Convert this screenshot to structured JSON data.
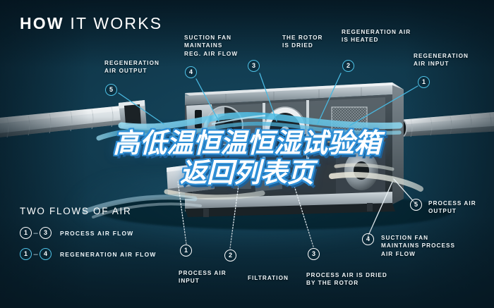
{
  "page": {
    "title": "HOW IT WORKS",
    "title_bold_part": "HOW",
    "title_light_part": "IT WORKS",
    "background_color": "#0c2a38",
    "accent_color": "#4fc3e8",
    "text_color": "#eef5f8"
  },
  "overlay": {
    "line1": "高低温恒温恒湿试验箱",
    "line2": "返回列表页",
    "fill_color": "#ffffff",
    "outline_color": "#2f8fd6"
  },
  "callouts": [
    {
      "id": "regeneration-air-output",
      "number": "5",
      "label": "REGENERATION\nAIR OUTPUT",
      "flow": "regeneration",
      "marker_color": "#4fc3e8"
    },
    {
      "id": "suction-fan-reg-air-flow",
      "number": "4",
      "label": "SUCTION FAN\nMAINTAINS\nREG. AIR FLOW",
      "flow": "regeneration",
      "marker_color": "#4fc3e8"
    },
    {
      "id": "the-rotor-is-dried",
      "number": "3",
      "label": "THE ROTOR\nIS DRIED",
      "flow": "regeneration",
      "marker_color": "#4fc3e8"
    },
    {
      "id": "regeneration-air-is-heated",
      "number": "2",
      "label": "REGENERATION AIR\nIS HEATED",
      "flow": "regeneration",
      "marker_color": "#4fc3e8"
    },
    {
      "id": "regeneration-air-input",
      "number": "1",
      "label": "REGENERATION\nAIR INPUT",
      "flow": "regeneration",
      "marker_color": "#4fc3e8"
    },
    {
      "id": "process-air-input",
      "number": "1",
      "label": "PROCESS AIR\nINPUT",
      "flow": "process",
      "marker_color": "#ffffff"
    },
    {
      "id": "filtration",
      "number": "2",
      "label": "FILTRATION",
      "flow": "process",
      "marker_color": "#ffffff"
    },
    {
      "id": "process-air-is-dried-by-the-rotor",
      "number": "3",
      "label": "PROCESS AIR IS DRIED\nBY THE ROTOR",
      "flow": "process",
      "marker_color": "#ffffff"
    },
    {
      "id": "suction-fan-process-air-flow",
      "number": "4",
      "label": "SUCTION FAN\nMAINTAINS PROCESS\nAIR FLOW",
      "flow": "process",
      "marker_color": "#ffffff"
    },
    {
      "id": "process-air-output",
      "number": "5",
      "label": "PROCESS AIR\nOUTPUT",
      "flow": "process",
      "marker_color": "#ffffff"
    }
  ],
  "legend": {
    "title": "TWO FLOWS OF AIR",
    "rows": [
      {
        "from": "1",
        "dash": "–",
        "to": "3",
        "label": "PROCESS AIR FLOW",
        "color": "#ffffff"
      },
      {
        "from": "1",
        "dash": "–",
        "to": "4",
        "label": "REGENERATION AIR FLOW",
        "color": "#4fc3e8"
      }
    ]
  }
}
